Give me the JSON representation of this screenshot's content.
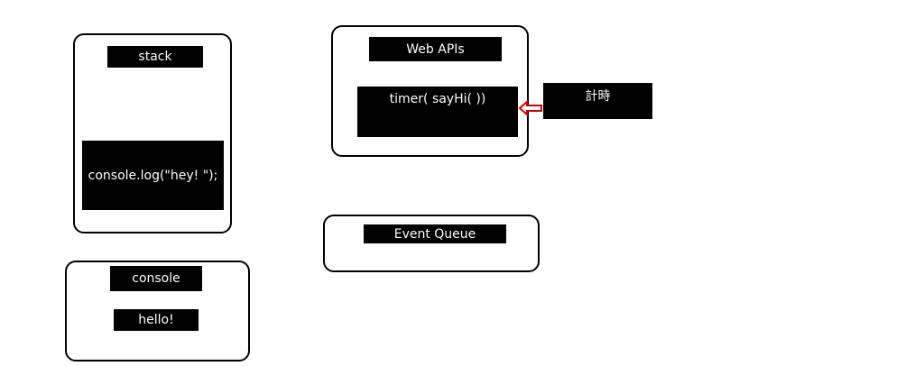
{
  "stack": {
    "title": "stack",
    "frames": [
      "console.log(\"hey! \");"
    ]
  },
  "console": {
    "title": "console",
    "output": [
      "hello!"
    ]
  },
  "web_apis": {
    "title": "Web APIs",
    "timer": "timer( sayHi( ))"
  },
  "event_queue": {
    "title": "Event Queue"
  },
  "timer_label": "計時",
  "colors": {
    "box": "#000000",
    "text": "#ffffff",
    "arrow": "#d40000"
  }
}
